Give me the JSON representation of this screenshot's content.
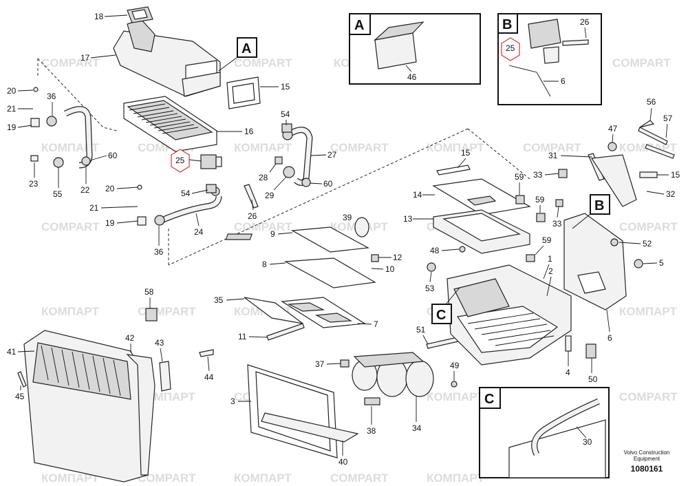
{
  "watermark": {
    "text_latin": "COMPART",
    "text_cyrillic": "КОМПАРТ"
  },
  "callouts": {
    "c1": "1",
    "c2": "2",
    "c3": "3",
    "c4": "4",
    "c5": "5",
    "c6": "6",
    "c6b": "6",
    "c7": "7",
    "c8": "8",
    "c9": "9",
    "c10": "10",
    "c11": "11",
    "c12": "12",
    "c13": "13",
    "c14": "14",
    "c15": "15",
    "c15b": "15",
    "c15c": "15",
    "c16": "16",
    "c17": "17",
    "c18": "18",
    "c19": "19",
    "c19b": "19",
    "c20": "20",
    "c20b": "20",
    "c21": "21",
    "c21b": "21",
    "c22": "22",
    "c23": "23",
    "c24": "24",
    "c25": "25",
    "c25b": "25",
    "c26": "26",
    "c26b": "26",
    "c27": "27",
    "c28": "28",
    "c29": "29",
    "c30": "30",
    "c31": "31",
    "c32": "32",
    "c33": "33",
    "c33b": "33",
    "c34": "34",
    "c35": "35",
    "c36": "36",
    "c36b": "36",
    "c37": "37",
    "c38": "38",
    "c39": "39",
    "c40": "40",
    "c41": "41",
    "c42": "42",
    "c43": "43",
    "c44": "44",
    "c45": "45",
    "c46": "46",
    "c47": "47",
    "c48": "48",
    "c49": "49",
    "c50": "50",
    "c51": "51",
    "c52": "52",
    "c53": "53",
    "c54": "54",
    "c54b": "54",
    "c55": "55",
    "c56": "56",
    "c57": "57",
    "c58": "58",
    "c59": "59",
    "c59b": "59",
    "c59c": "59",
    "c60": "60",
    "c60b": "60"
  },
  "detail_boxes": {
    "A": "A",
    "B": "B",
    "C": "C"
  },
  "ref_tags": {
    "A": "A",
    "B": "B",
    "C": "C"
  },
  "footer": {
    "brand_line1": "Volvo Construction",
    "brand_line2": "Equipment",
    "doc_number": "1080161"
  }
}
